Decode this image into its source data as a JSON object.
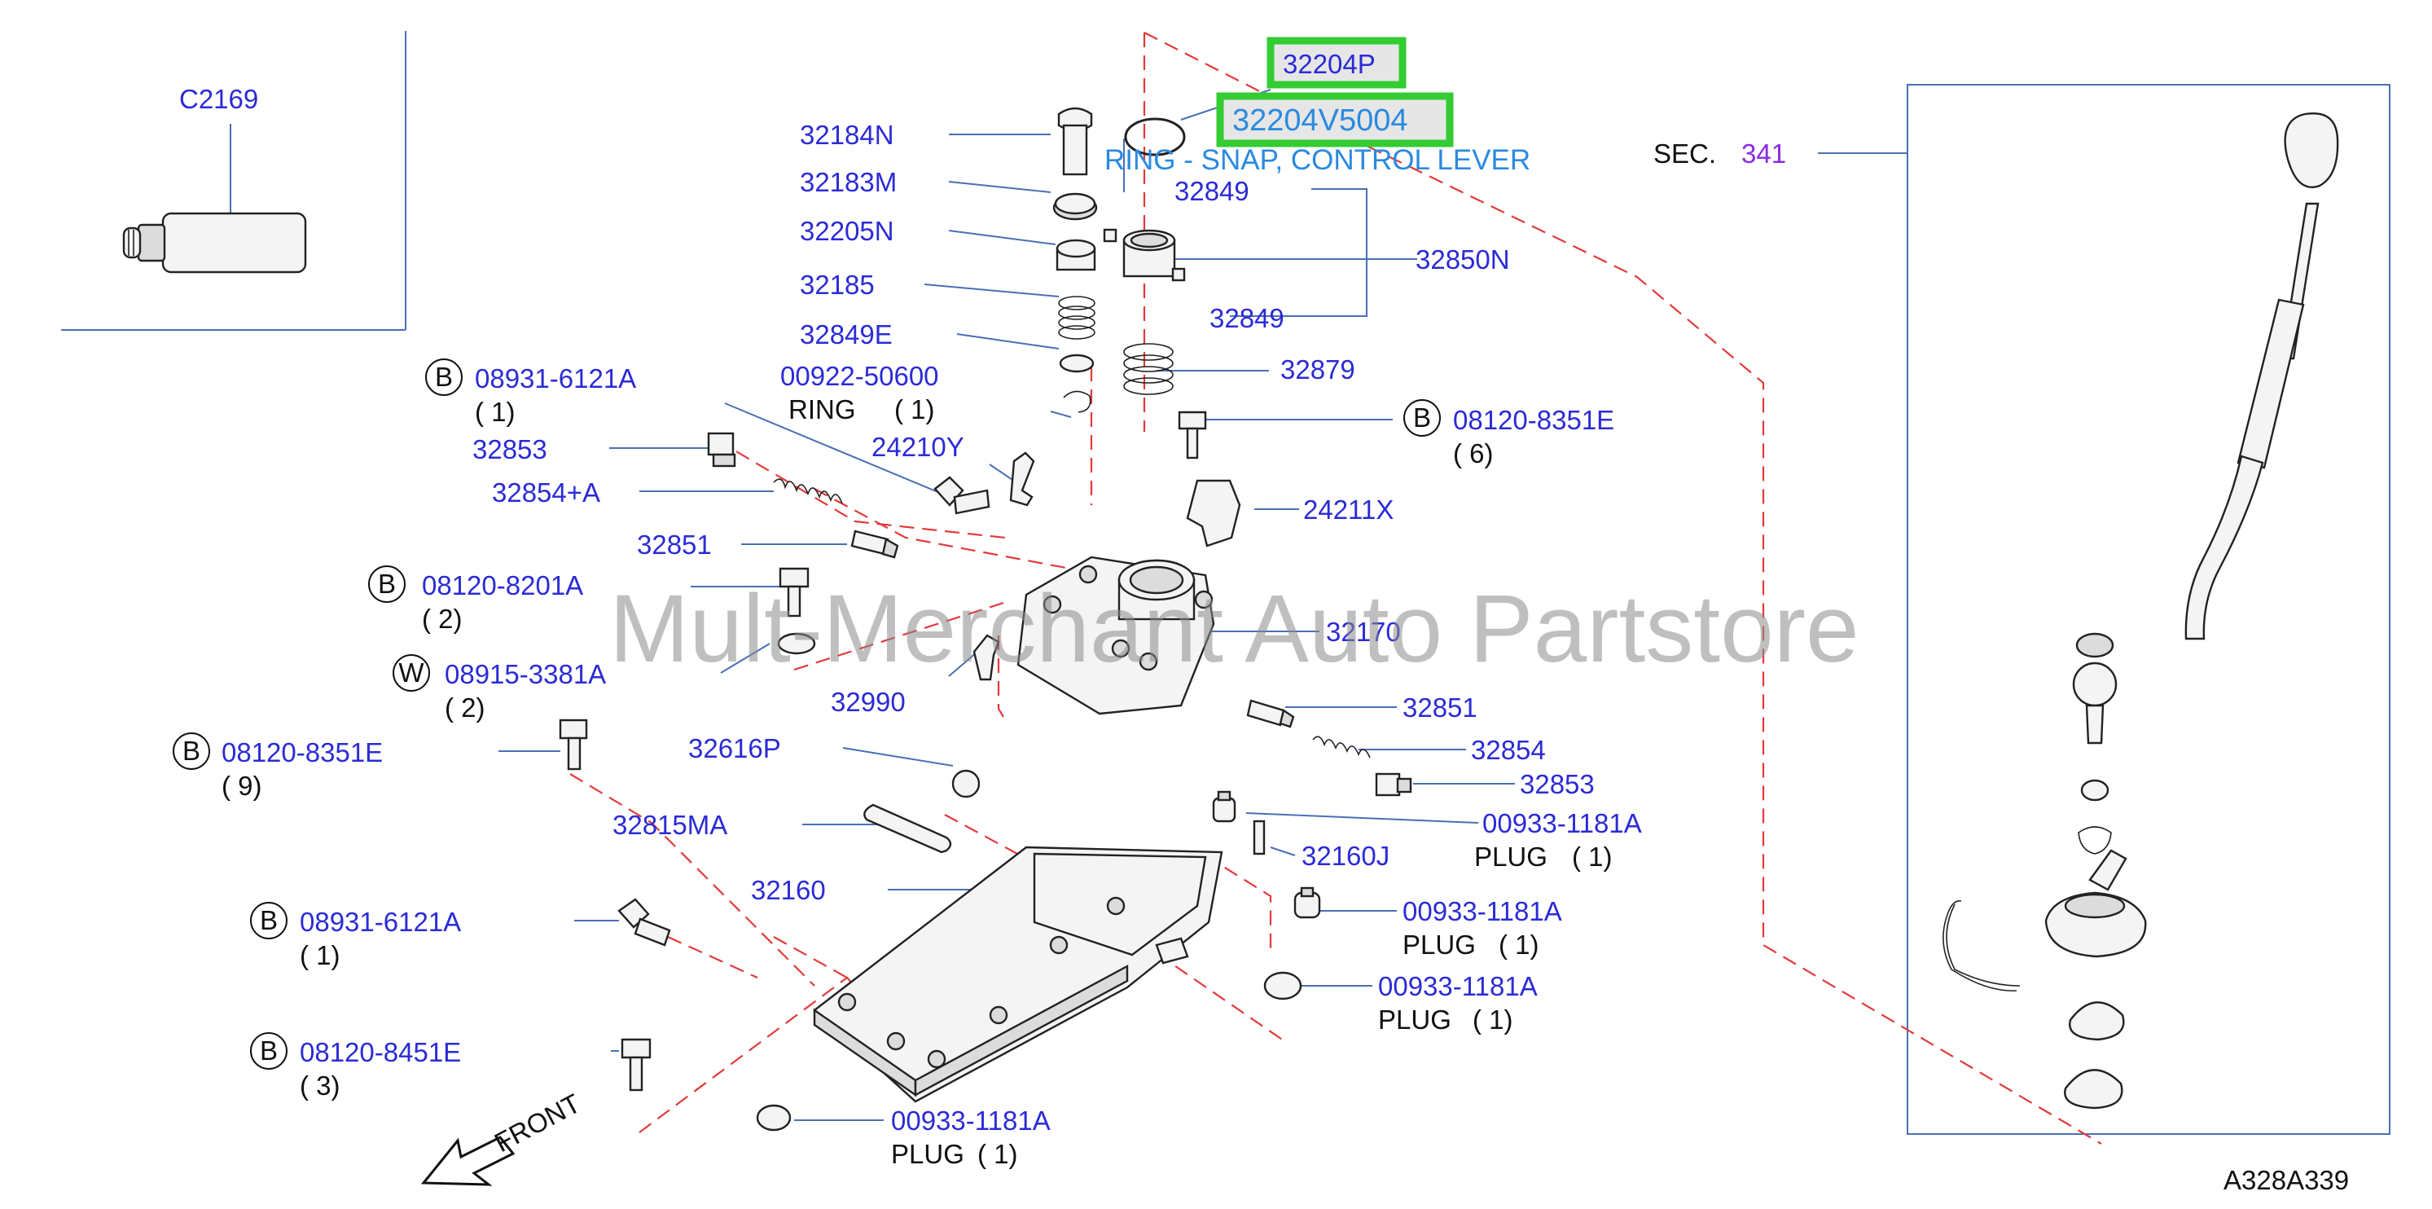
{
  "diagram": {
    "figure_code": "A328A339",
    "watermark": "Mult-Merchant Auto Partstore",
    "highlight": {
      "primary": "32204P",
      "secondary": "32204V5004",
      "description": "RING - SNAP, CONTROL LEVER"
    },
    "section_ref": {
      "prefix": "SEC.",
      "number": "341"
    },
    "front_label": "FRONT",
    "bolt_symbols": {
      "b": "B",
      "w": "W"
    },
    "labels": {
      "c2169": "C2169",
      "p32184n": "32184N",
      "p32183m": "32183M",
      "p32205n": "32205N",
      "p32185": "32185",
      "p32849e": "32849E",
      "p00922": "00922-50600",
      "ring_word": "RING",
      "ring_qty": "( 1)",
      "p08931_top": "08931-6121A",
      "q08931_top": "( 1)",
      "p32853_top": "32853",
      "p32854a": "32854+A",
      "p24210y": "24210Y",
      "p32851_top": "32851",
      "p08120_8201a": "08120-8201A",
      "q08120_8201a": "( 2)",
      "p08915": "08915-3381A",
      "q08915": "( 2)",
      "p32990": "32990",
      "p08120_8351e_left": "08120-8351E",
      "q08120_8351e_left": "( 9)",
      "p32616p": "32616P",
      "p32815ma": "32815MA",
      "p32160": "32160",
      "p08931_bot": "08931-6121A",
      "q08931_bot": "( 1)",
      "p08120_8451e": "08120-8451E",
      "q08120_8451e": "( 3)",
      "p00933_bottom": "00933-1181A",
      "plug_bottom": "PLUG",
      "qplug_bottom": "( 1)",
      "p32849_a": "32849",
      "p32849_b": "32849",
      "p32850n": "32850N",
      "p32879": "32879",
      "p08120_8351e_right": "08120-8351E",
      "q08120_8351e_right": "( 6)",
      "p24211x": "24211X",
      "p32170": "32170",
      "p32851_right": "32851",
      "p32854": "32854",
      "p32853_right": "32853",
      "p00933_a": "00933-1181A",
      "plug_a": "PLUG",
      "qplug_a": "( 1)",
      "p32160j": "32160J",
      "p00933_b": "00933-1181A",
      "plug_b": "PLUG",
      "qplug_b": "( 1)",
      "p00933_c": "00933-1181A",
      "plug_c": "PLUG",
      "qplug_c": "( 1)"
    }
  },
  "colors": {
    "part_number": "#2b2bd6",
    "highlight_border": "#33cc33",
    "description": "#2a8ae0",
    "section_number": "#8a2be2",
    "phantom_line": "#e23a3a",
    "leader_line": "#4a6fb5"
  }
}
